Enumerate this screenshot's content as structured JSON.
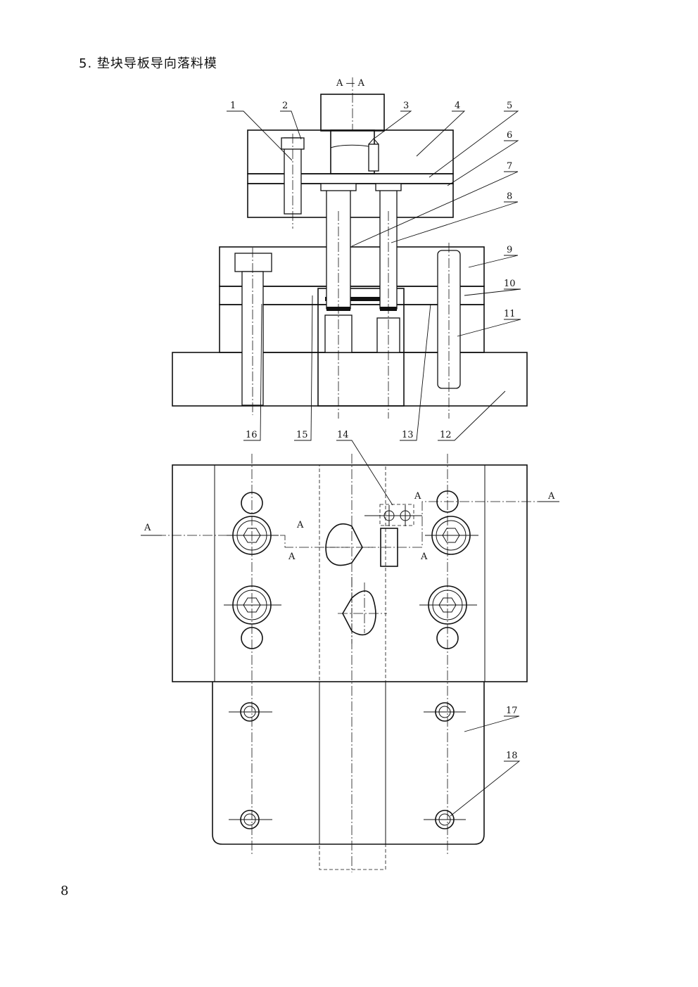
{
  "title": "5. 垫块导板导向落料模",
  "page_number": "8",
  "section": {
    "label": "A — A",
    "cut_letter": "A"
  },
  "parts": [
    "1",
    "2",
    "3",
    "4",
    "5",
    "6",
    "7",
    "8",
    "9",
    "10",
    "11",
    "12",
    "13",
    "14",
    "15",
    "16",
    "17",
    "18"
  ]
}
